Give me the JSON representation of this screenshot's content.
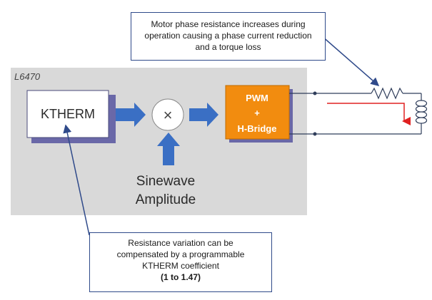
{
  "chip_label": "L6470",
  "ktherm_label": "KTHERM",
  "multiply_symbol": "×",
  "pwm_lines": [
    "PWM",
    "+",
    "H-Bridge"
  ],
  "sinewave_lines": [
    "Sinewave",
    "Amplitude"
  ],
  "callout_top": [
    "Motor phase resistance increases during",
    "operation causing a phase current reduction",
    "and a torque loss"
  ],
  "callout_bottom": [
    "Resistance variation can be",
    "compensated by a programmable",
    "KTHERM coefficient",
    "(1 to 1.47)"
  ],
  "colors": {
    "panel": "#d9d9d9",
    "flow_arrow": "#3a6fc4",
    "box_shadow": "#6a68a8",
    "pwm_fill": "#f28c0f",
    "pwm_border": "#c06a00",
    "current_arrow": "#e02020",
    "callout_border": "#2f4a8a",
    "wire": "#2f3d5a"
  }
}
